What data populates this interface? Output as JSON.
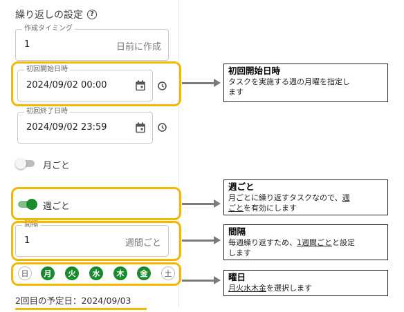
{
  "section_title": "繰り返しの設定",
  "help_icon_glyph": "?",
  "creation_timing": {
    "label": "作成タイミング",
    "value": "1",
    "suffix": "日前に作成"
  },
  "first_start": {
    "label": "初回開始日時",
    "value": "2024/09/02 00:00"
  },
  "first_end": {
    "label": "初回終了日時",
    "value": "2024/09/02 23:59"
  },
  "monthly_toggle": {
    "label": "月ごと",
    "on": false
  },
  "weekly_toggle": {
    "label": "週ごと",
    "on": true
  },
  "interval": {
    "label": "間隔",
    "value": "1",
    "suffix": "週間ごと"
  },
  "days": [
    {
      "label": "日",
      "selected": false
    },
    {
      "label": "月",
      "selected": true
    },
    {
      "label": "火",
      "selected": true
    },
    {
      "label": "水",
      "selected": true
    },
    {
      "label": "木",
      "selected": true
    },
    {
      "label": "金",
      "selected": true
    },
    {
      "label": "土",
      "selected": false
    }
  ],
  "next_schedule": "2回目の予定日：2024/09/03",
  "accent_color": "#f5b800",
  "selected_day_color": "#1a8a2e",
  "notes": {
    "start": {
      "title": "初回開始日時",
      "line1": "タスクを実施する週の月曜を指定し",
      "line2": "ます"
    },
    "weekly": {
      "title": "週ごと",
      "line1a": "月ごとに繰り返すタスクなので、",
      "line1b": "週",
      "line2a": "ごと",
      "line2b": "を有効にします"
    },
    "interval": {
      "title": "間隔",
      "line1a": "毎週繰り返すため、",
      "line1b": "1週間ごと",
      "line1c": "と設定",
      "line2": "します"
    },
    "days": {
      "title": "曜日",
      "line1a": "月火水木金",
      "line1b": "を選択します"
    }
  }
}
